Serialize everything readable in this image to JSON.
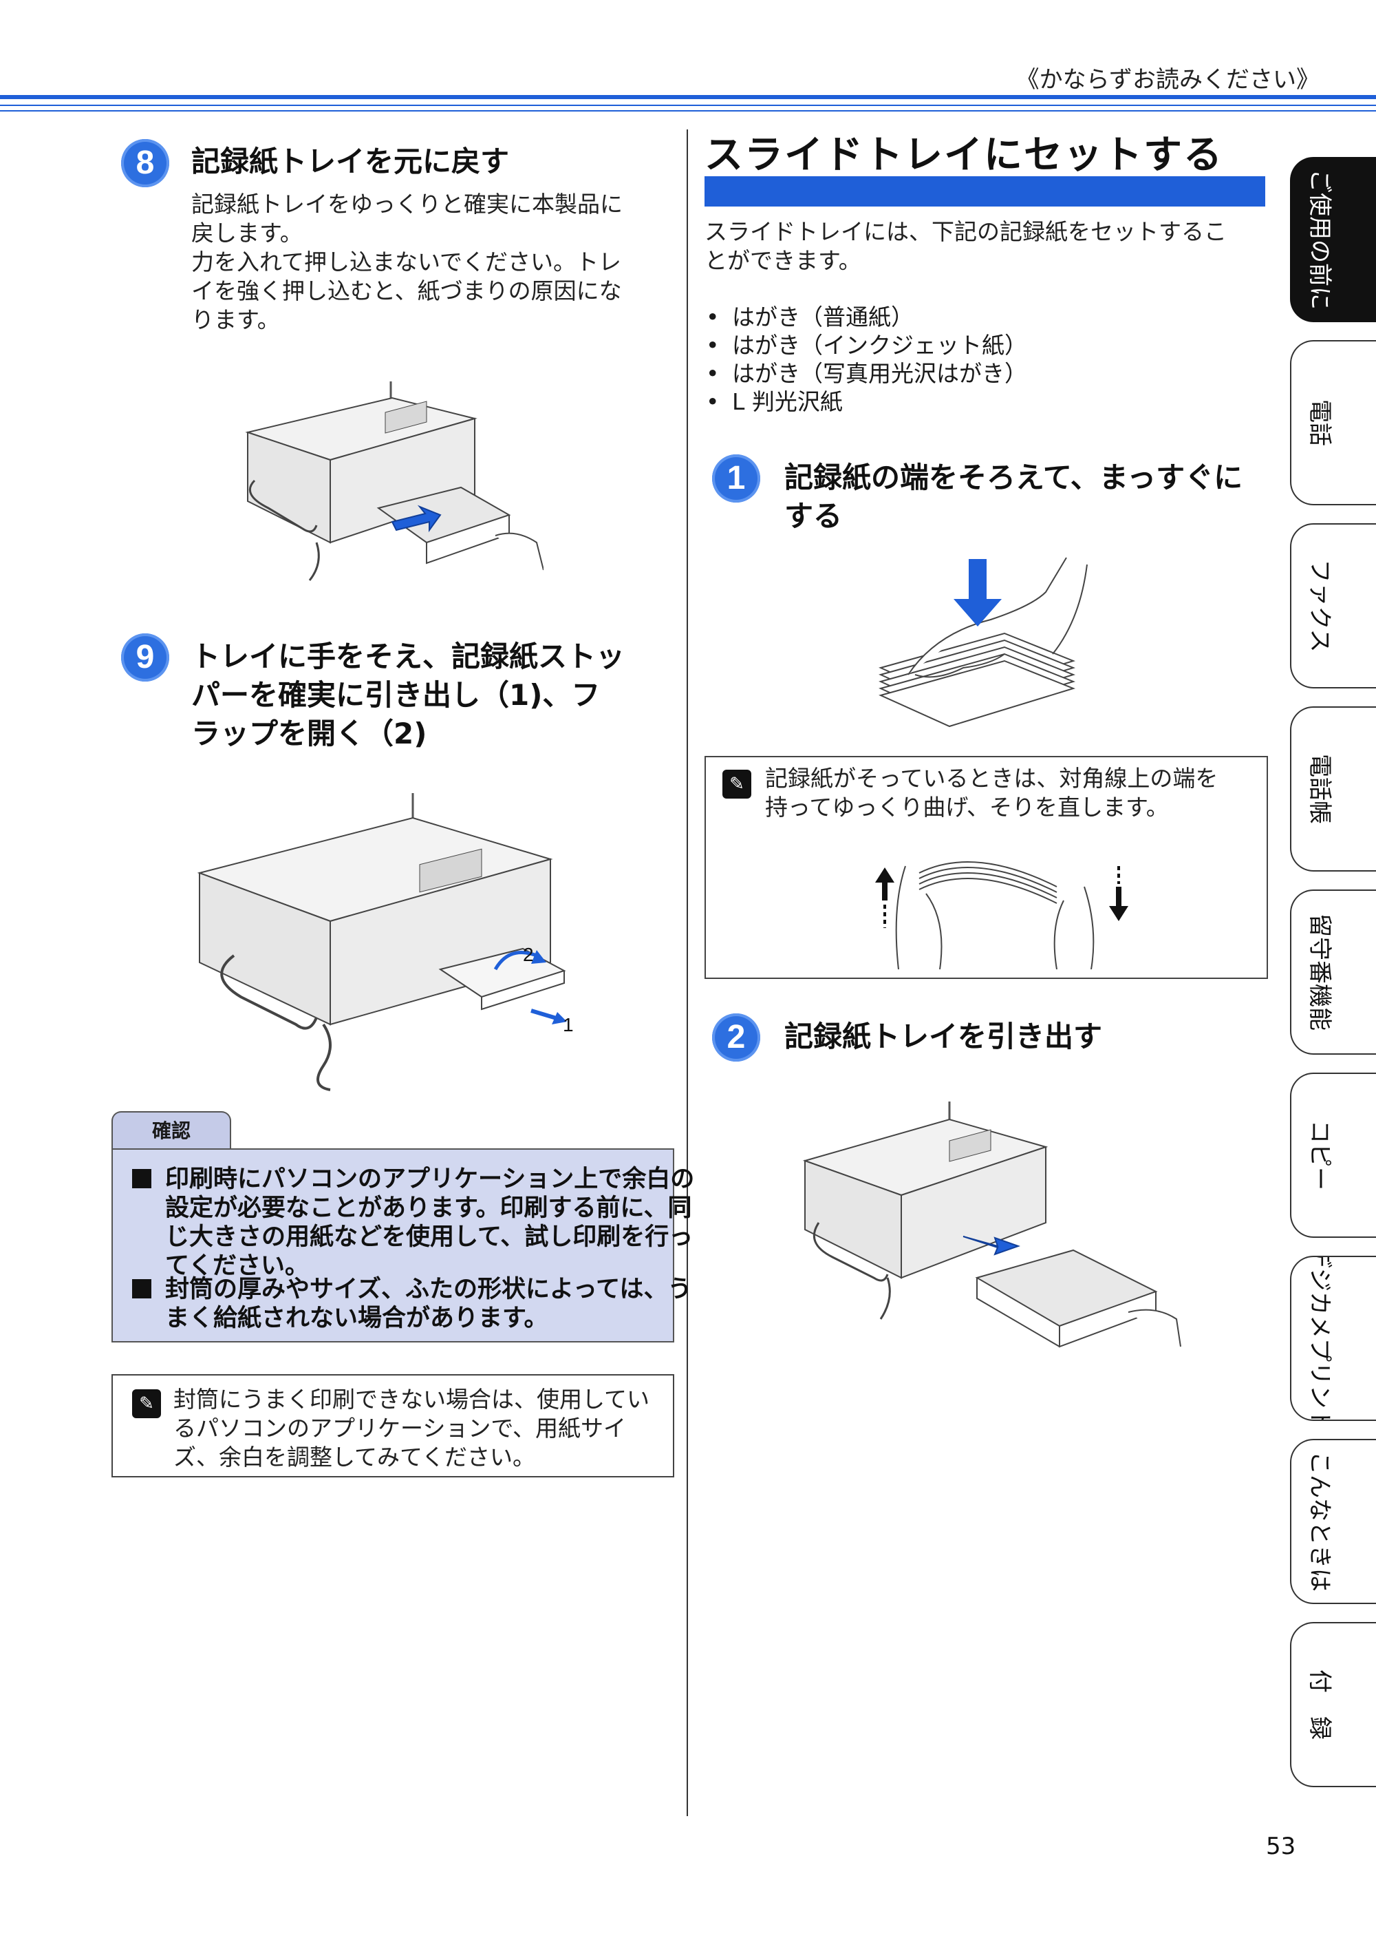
{
  "header": {
    "note": "《かならずお読みください》"
  },
  "left": {
    "step8": {
      "num": "8",
      "title": "記録紙トレイを元に戻す",
      "body": [
        "記録紙トレイをゆっくりと確実に本製品に",
        "戻します。",
        "力を入れて押し込まないでください。トレ",
        "イを強く押し込むと、紙づまりの原因にな",
        "ります。"
      ]
    },
    "step9": {
      "num": "9",
      "title_lines": [
        "トレイに手をそえ、記録紙ストッ",
        "パーを確実に引き出し（1)、フ",
        "ラップを開く（2)"
      ]
    },
    "figure_labels": {
      "one": "1",
      "two": "2"
    },
    "confirm": {
      "tab": "確認",
      "items": [
        "印刷時にパソコンのアプリケーション上で余白の設定が必要なことがあります。印刷する前に、同じ大きさの用紙などを使用して、試し印刷を行ってください。",
        "封筒の厚みやサイズ、ふたの形状によっては、うまく給紙されない場合があります。"
      ]
    },
    "note": {
      "icon": "✎",
      "lines": [
        "封筒にうまく印刷できない場合は、使用してい",
        "るパソコンのアプリケーションで、用紙サイ",
        "ズ、余白を調整してみてください。"
      ]
    }
  },
  "right": {
    "section_title": "スライドトレイにセットする",
    "intro": [
      "スライドトレイには、下記の記録紙をセットするこ",
      "とができます。"
    ],
    "bullets": [
      "はがき（普通紙）",
      "はがき（インクジェット紙）",
      "はがき（写真用光沢はがき）",
      "L 判光沢紙"
    ],
    "step1": {
      "num": "1",
      "title_lines": [
        "記録紙の端をそろえて、まっすぐに",
        "する"
      ]
    },
    "note": {
      "icon": "✎",
      "lines": [
        "記録紙がそっているときは、対角線上の端を",
        "持ってゆっくり曲げ、そりを直します。"
      ]
    },
    "step2": {
      "num": "2",
      "title": "記録紙トレイを引き出す"
    }
  },
  "tabs": [
    {
      "label": "ご使用の前に",
      "active": true
    },
    {
      "label": "電話",
      "active": false
    },
    {
      "label": "ファクス",
      "active": false
    },
    {
      "label": "電話帳",
      "active": false
    },
    {
      "label": "留守番機能",
      "active": false
    },
    {
      "label": "コピー",
      "active": false
    },
    {
      "label": "デジカメプリント",
      "active": false
    },
    {
      "label": "こんなときは",
      "active": false
    },
    {
      "label": "付　録",
      "active": false
    }
  ],
  "page_number": "53",
  "colors": {
    "accent": "#1f5fd8",
    "confirm_bg": "#d2d8f0"
  }
}
